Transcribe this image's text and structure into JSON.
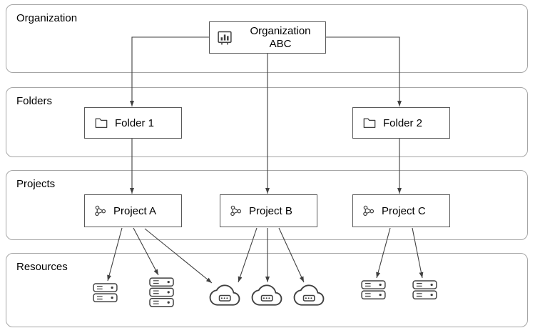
{
  "diagram": {
    "kind": "resource-hierarchy",
    "bands": {
      "organization": {
        "label": "Organization"
      },
      "folders": {
        "label": "Folders"
      },
      "projects": {
        "label": "Projects"
      },
      "resources": {
        "label": "Resources"
      }
    },
    "nodes": {
      "organization_abc": {
        "label": "Organization ABC",
        "icon": "organization-icon"
      },
      "folder_1": {
        "label": "Folder 1",
        "icon": "folder-icon"
      },
      "folder_2": {
        "label": "Folder 2",
        "icon": "folder-icon"
      },
      "project_a": {
        "label": "Project A",
        "icon": "project-icon"
      },
      "project_b": {
        "label": "Project B",
        "icon": "project-icon"
      },
      "project_c": {
        "label": "Project C",
        "icon": "project-icon"
      }
    },
    "resources": [
      {
        "id": "server_1",
        "icon": "server-rack-icon",
        "units": 2
      },
      {
        "id": "server_2",
        "icon": "server-rack-icon",
        "units": 3
      },
      {
        "id": "cloud_1",
        "icon": "cloud-server-icon"
      },
      {
        "id": "cloud_2",
        "icon": "cloud-server-icon"
      },
      {
        "id": "cloud_3",
        "icon": "cloud-server-icon"
      },
      {
        "id": "server_3",
        "icon": "server-rack-icon",
        "units": 2
      },
      {
        "id": "server_4",
        "icon": "server-rack-icon",
        "units": 2
      }
    ],
    "edges": [
      {
        "from": "organization_abc",
        "to": "folder_1"
      },
      {
        "from": "organization_abc",
        "to": "project_b"
      },
      {
        "from": "organization_abc",
        "to": "folder_2"
      },
      {
        "from": "folder_1",
        "to": "project_a"
      },
      {
        "from": "folder_2",
        "to": "project_c"
      },
      {
        "from": "project_a",
        "to": "server_1"
      },
      {
        "from": "project_a",
        "to": "server_2"
      },
      {
        "from": "project_a",
        "to": "cloud_1"
      },
      {
        "from": "project_b",
        "to": "cloud_1"
      },
      {
        "from": "project_b",
        "to": "cloud_2"
      },
      {
        "from": "project_b",
        "to": "cloud_3"
      },
      {
        "from": "project_c",
        "to": "server_3"
      },
      {
        "from": "project_c",
        "to": "server_4"
      }
    ],
    "colors": {
      "background": "#ffffff",
      "band_border": "#a6a6a6",
      "node_border": "#595959",
      "connector": "#404040",
      "text": "#000000"
    }
  }
}
